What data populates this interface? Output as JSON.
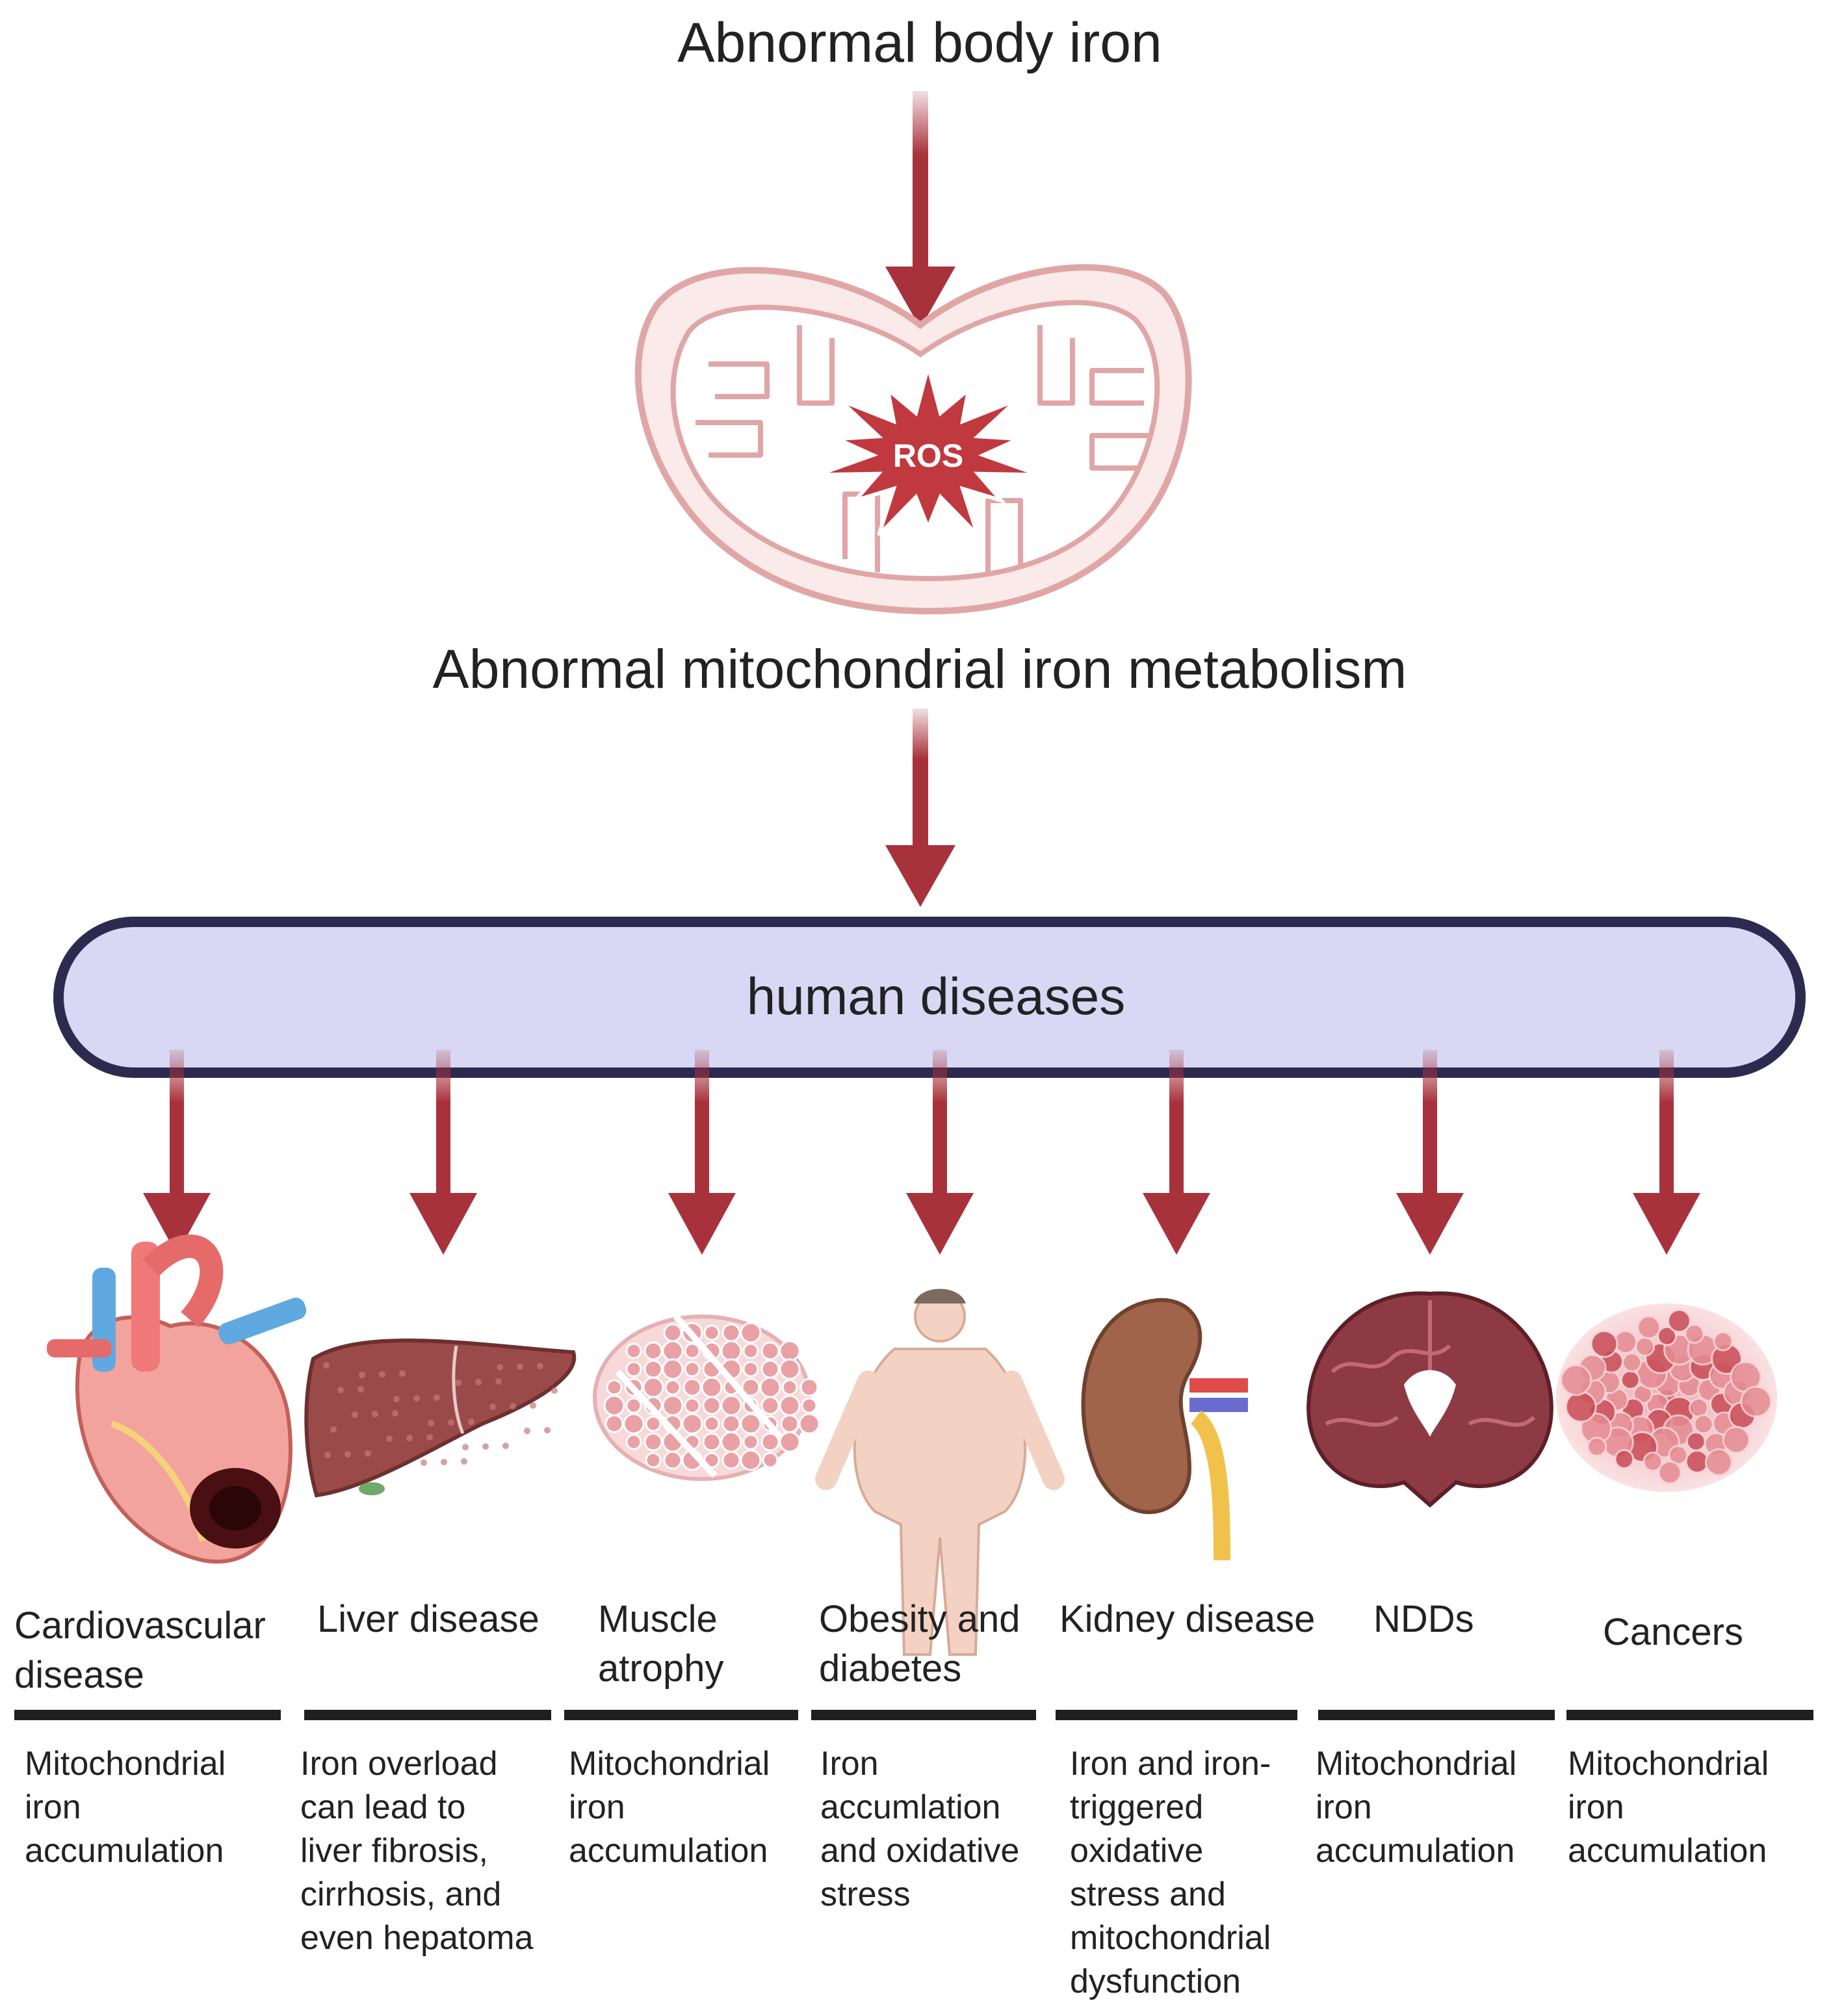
{
  "title": "Abnormal body iron",
  "ros_label": "ROS",
  "subtitle": "Abnormal mitochondrial iron metabolism",
  "hub_label": "human diseases",
  "colors": {
    "arrow": "#a8323c",
    "hub_fill": "#d8d8f4",
    "hub_stroke": "#2e2a4f",
    "mito_stroke": "#e0a6a6",
    "mito_fill": "#fbeaea",
    "ros": "#c0393f"
  },
  "diseases": [
    {
      "name": [
        "Cardiovascular",
        "disease"
      ],
      "icon": "heart-icon",
      "desc": [
        "Mitochondrial",
        "iron",
        "accumulation"
      ]
    },
    {
      "name": [
        "Liver disease"
      ],
      "icon": "liver-icon",
      "desc": [
        "Iron overload",
        "can lead to",
        "liver fibrosis,",
        "cirrhosis, and",
        "even hepatoma"
      ]
    },
    {
      "name": [
        "Muscle",
        "atrophy"
      ],
      "icon": "muscle-tissue-icon",
      "desc": [
        "Mitochondrial",
        "iron",
        "accumulation"
      ]
    },
    {
      "name": [
        "Obesity and",
        "diabetes"
      ],
      "icon": "obese-person-icon",
      "desc": [
        "Iron",
        "accumlation",
        "and oxidative",
        "stress"
      ]
    },
    {
      "name": [
        "Kidney disease"
      ],
      "icon": "kidney-icon",
      "desc": [
        "Iron and iron-",
        "triggered",
        "oxidative",
        "stress and",
        "mitochondrial",
        "dysfunction"
      ]
    },
    {
      "name": [
        "NDDs"
      ],
      "icon": "brain-icon",
      "desc": [
        "Mitochondrial",
        "iron",
        "accumulation"
      ]
    },
    {
      "name": [
        "Cancers"
      ],
      "icon": "tumor-cells-icon",
      "desc": [
        "Mitochondrial",
        "iron",
        "accumulation"
      ]
    }
  ]
}
